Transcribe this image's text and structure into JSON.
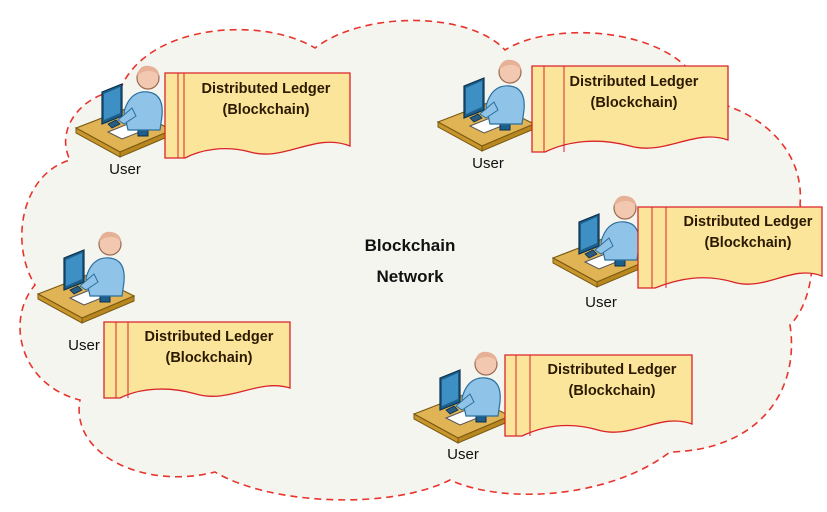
{
  "network": {
    "title_line1": "Blockchain",
    "title_line2": "Network"
  },
  "nodes": [
    {
      "user_label": "User",
      "ledger_line1": "Distributed Ledger",
      "ledger_line2": "(Blockchain)"
    },
    {
      "user_label": "User",
      "ledger_line1": "Distributed Ledger",
      "ledger_line2": "(Blockchain)"
    },
    {
      "user_label": "User",
      "ledger_line1": "Distributed Ledger",
      "ledger_line2": "(Blockchain)"
    },
    {
      "user_label": "User",
      "ledger_line1": "Distributed Ledger",
      "ledger_line2": "(Blockchain)"
    },
    {
      "user_label": "User",
      "ledger_line1": "Distributed Ledger",
      "ledger_line2": "(Blockchain)"
    }
  ],
  "colors": {
    "cloud_fill": "#f5f5f0",
    "cloud_border": "#e8342c",
    "ledger_fill": "#fbe59a",
    "ledger_border": "#d9242a",
    "desk": "#e0b455",
    "monitor": "#1c5f8c",
    "person": "#8fc3e8"
  }
}
